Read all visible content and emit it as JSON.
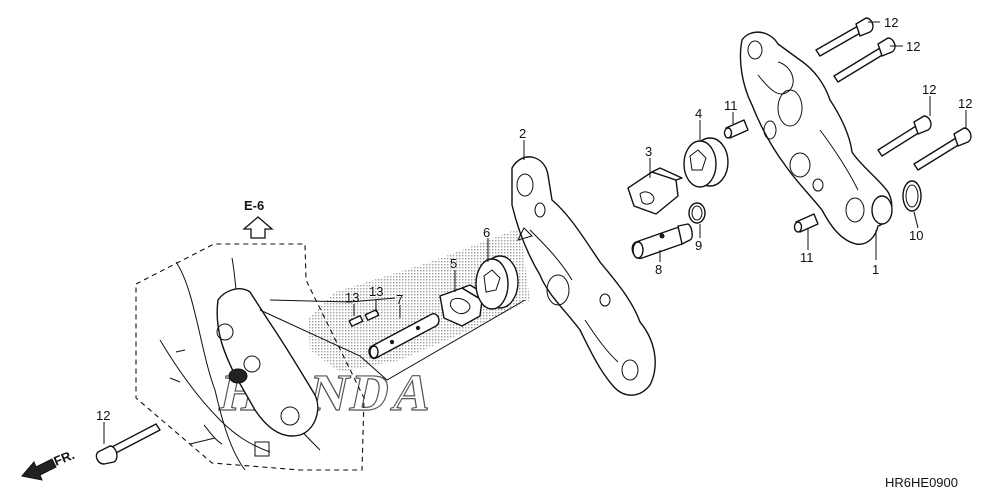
{
  "reference": {
    "label": "E-6"
  },
  "direction": {
    "label": "FR."
  },
  "watermark": {
    "text": "HONDA"
  },
  "figure_code": "HR6HE0900",
  "callouts": {
    "c1": "1",
    "c2": "2",
    "c3": "3",
    "c4": "4",
    "c5": "5",
    "c6": "6",
    "c7": "7",
    "c8": "8",
    "c9": "9",
    "c10": "10",
    "c11a": "11",
    "c11b": "11",
    "c12a": "12",
    "c12b": "12",
    "c12c": "12",
    "c12d": "12",
    "c12e": "12",
    "c13a": "13",
    "c13b": "13"
  },
  "colors": {
    "line": "#111111",
    "shade": "#9a9a9a",
    "background": "#ffffff"
  }
}
